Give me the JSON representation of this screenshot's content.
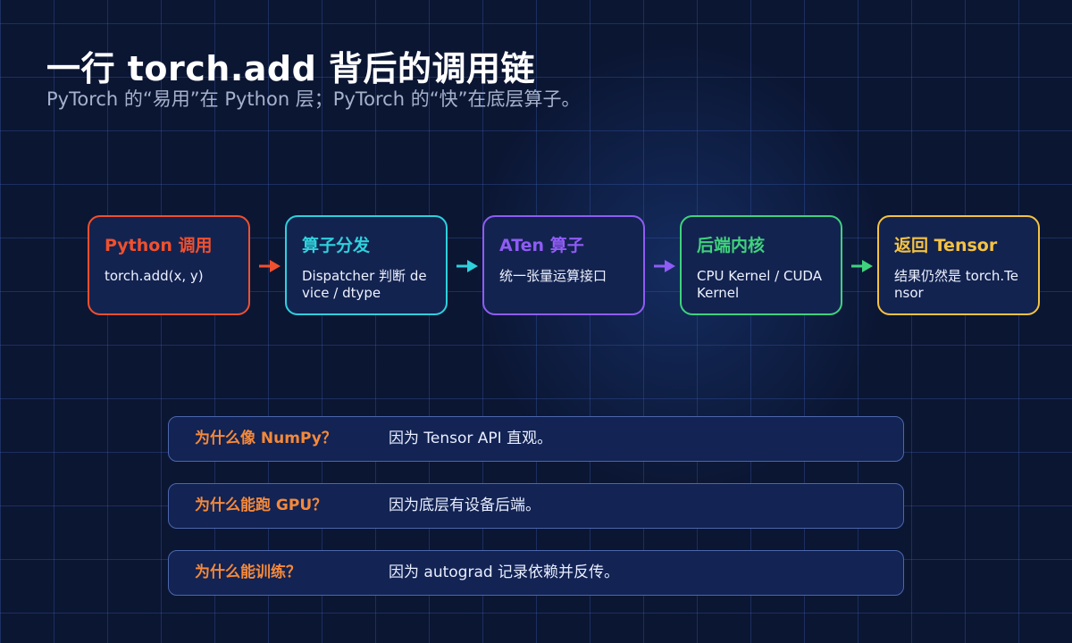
{
  "title": "一行 torch.add 背后的调用链",
  "subtitle": "PyTorch 的“易用”在 Python 层；PyTorch 的“快”在底层算子。",
  "steps": [
    {
      "title": "Python 调用",
      "desc": "torch.add(x, y)",
      "color": "#f0502e"
    },
    {
      "title": "算子分发",
      "desc": "Dispatcher 判断 device / dtype",
      "color": "#2fd0dc"
    },
    {
      "title": "ATen 算子",
      "desc": "统一张量运算接口",
      "color": "#8f5cf5"
    },
    {
      "title": "后端内核",
      "desc": "CPU Kernel / CUDA Kernel",
      "color": "#3fd27c"
    },
    {
      "title": "返回 Tensor",
      "desc": "结果仍然是 torch.Tensor",
      "color": "#f5c242"
    }
  ],
  "arrows": [
    "right-arrow-icon",
    "right-arrow-icon",
    "right-arrow-icon",
    "right-arrow-icon"
  ],
  "qa": [
    {
      "q": "为什么像 NumPy？",
      "a": "因为 Tensor API 直观。"
    },
    {
      "q": "为什么能跑 GPU？",
      "a": "因为底层有设备后端。"
    },
    {
      "q": "为什么能训练？",
      "a": "因为 autograd 记录依赖并反传。"
    }
  ]
}
